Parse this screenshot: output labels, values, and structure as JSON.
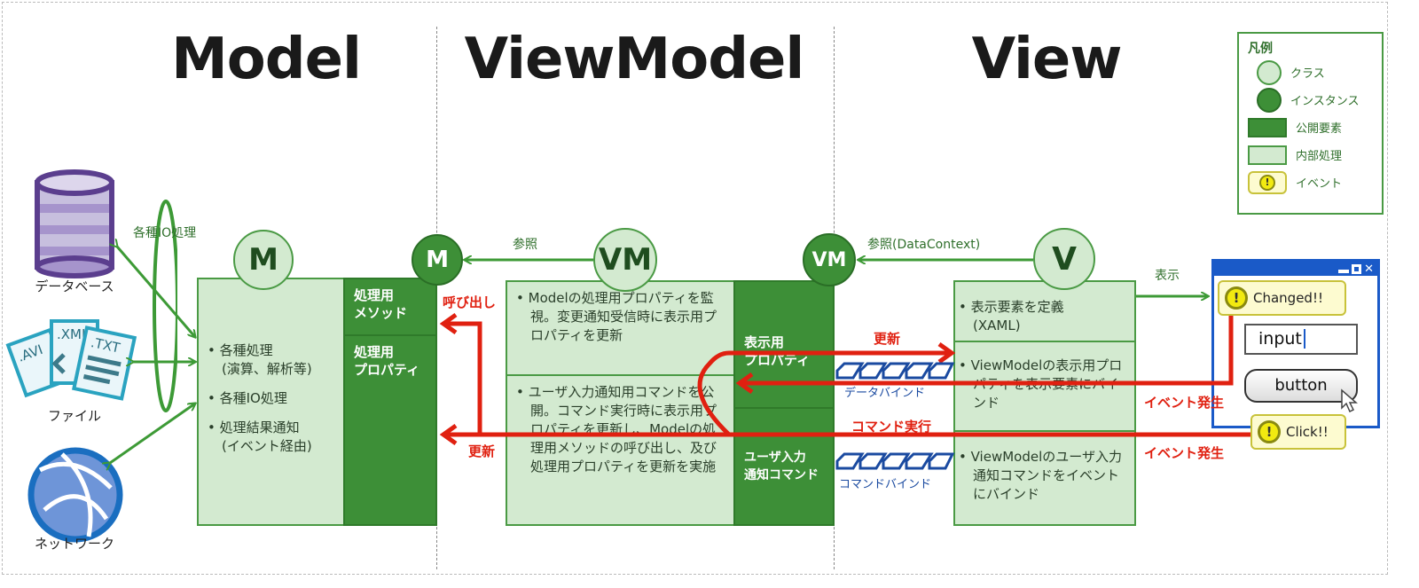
{
  "titles": {
    "model": "Model",
    "viewmodel": "ViewModel",
    "view": "View"
  },
  "legend": {
    "title": "凡例",
    "items": [
      {
        "label": "クラス"
      },
      {
        "label": "インスタンス"
      },
      {
        "label": "公開要素"
      },
      {
        "label": "内部処理"
      },
      {
        "label": "イベント"
      }
    ],
    "event_mark": "!"
  },
  "sources": {
    "database": "データベース",
    "file": "ファイル",
    "file_exts": [
      ".AVI",
      ".XML",
      ".TXT"
    ],
    "network": "ネットワーク",
    "io_label": "各種IO処理"
  },
  "model": {
    "class_label": "M",
    "instance_label": "M",
    "internal": [
      "各種処理\n(演算、解析等)",
      "各種IO処理",
      "処理結果通知\n(イベント経由)"
    ],
    "public": [
      "処理用\nメソッド",
      "処理用\nプロパティ"
    ]
  },
  "viewmodel": {
    "class_label": "VM",
    "instance_label": "VM",
    "ref_label": "参照",
    "internal": [
      "Modelの処理用プロパティを監視。変更通知受信時に表示用プロパティを更新",
      "ユーザ入力通知用コマンドを公開。コマンド実行時に表示用プロパティを更新し、Modelの処理用メソッドの呼び出し、及び処理用プロパティを更新を実施"
    ],
    "public": [
      "表示用\nプロパティ",
      "ユーザ入力\n通知コマンド"
    ]
  },
  "view": {
    "class_label": "V",
    "ref_label": "参照(DataContext)",
    "internal": [
      "表示要素を定義\n(XAML)",
      "ViewModelの表示用プロパティを表示要素にバインド",
      "ViewModelのユーザ入力通知コマンドをイベントにバインド"
    ],
    "display_label": "表示"
  },
  "arrows": {
    "call": "呼び出し",
    "update_model": "更新",
    "update_view": "更新",
    "command_exec": "コマンド実行",
    "event1": "イベント発生",
    "event2": "イベント発生",
    "data_bind": "データバインド",
    "command_bind": "コマンドバインド"
  },
  "window": {
    "changed": "Changed!!",
    "input_value": "input",
    "button_label": "button",
    "click": "Click!!"
  },
  "colors": {
    "green_dark": "#3d8f37",
    "green_light": "#d3ead0",
    "red": "#e02010",
    "blue": "#1a4aa0"
  }
}
